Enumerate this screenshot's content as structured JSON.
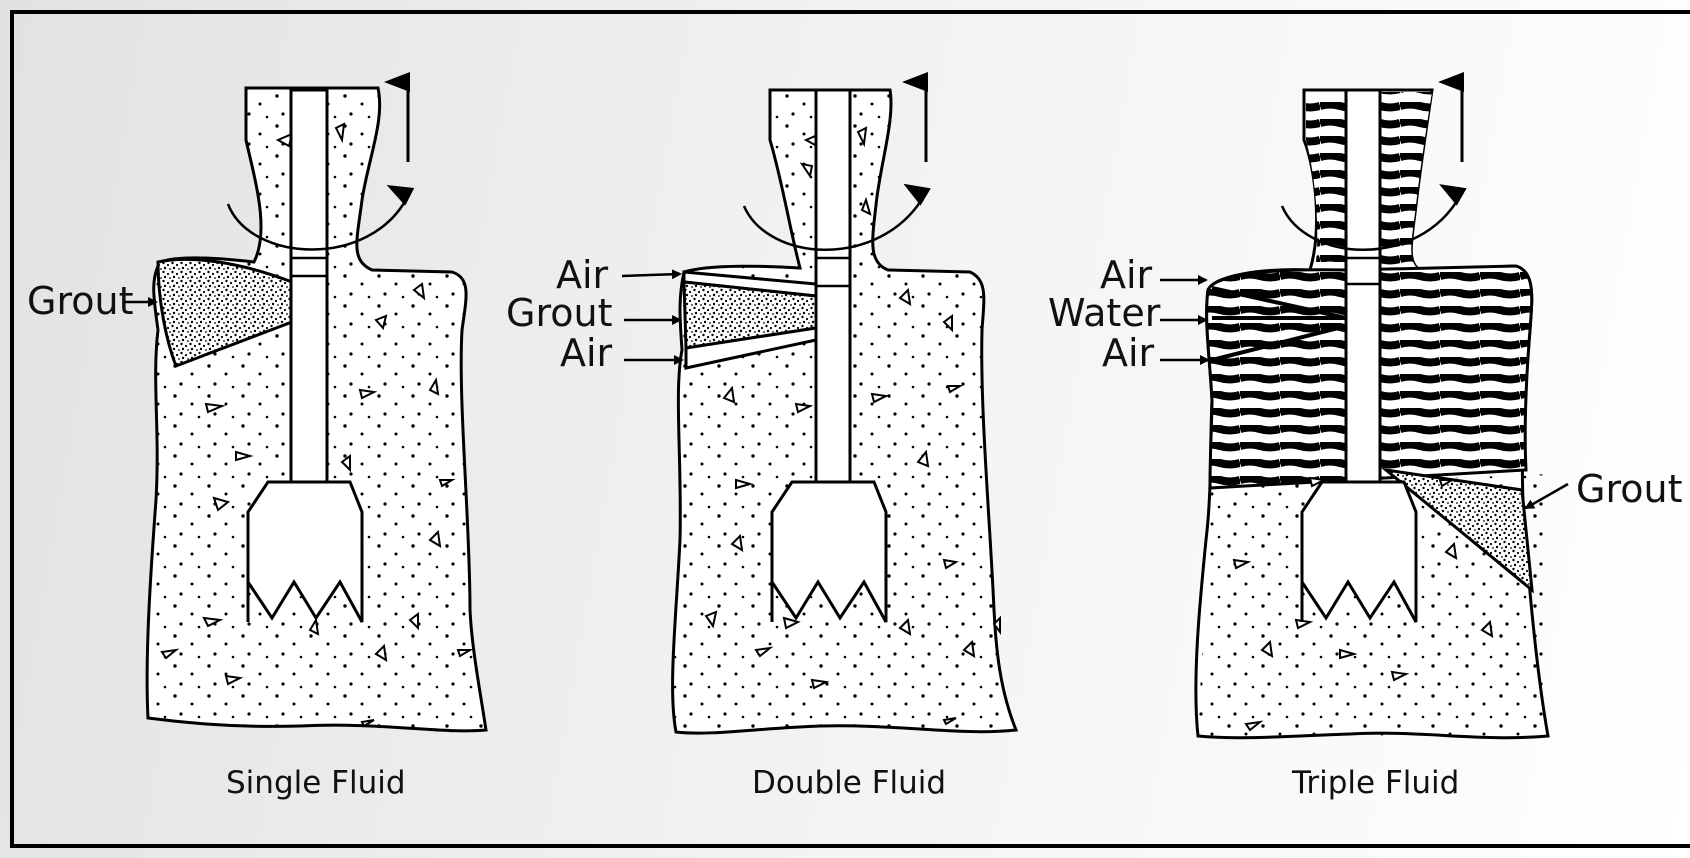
{
  "panels": [
    {
      "caption": "Single Fluid",
      "labels": [
        "Grout"
      ]
    },
    {
      "caption": "Double Fluid",
      "labels": [
        "Air",
        "Grout",
        "Air"
      ]
    },
    {
      "caption": "Triple Fluid",
      "labels": [
        "Air",
        "Water",
        "Air",
        "Grout"
      ]
    }
  ],
  "colors": {
    "ink": "#000000",
    "soil": "#ffffff",
    "background": "#ececec"
  },
  "icons": [
    "up-arrow-icon",
    "rotation-arrow-icon",
    "drill-bit-icon",
    "arrow-icon"
  ]
}
